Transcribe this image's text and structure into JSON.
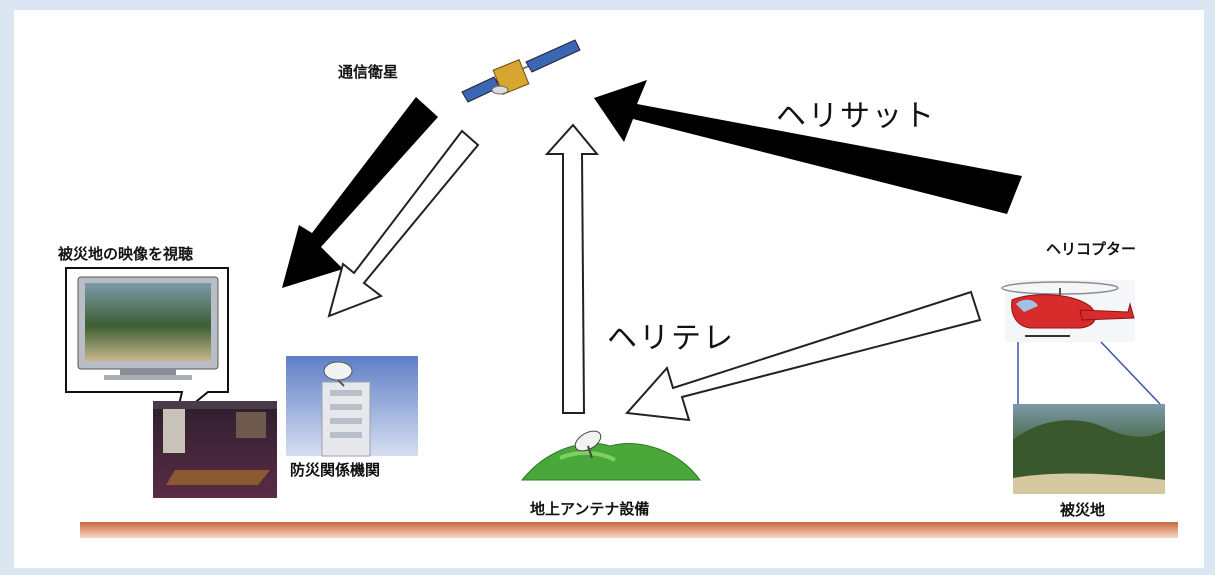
{
  "labels": {
    "satellite": "通信衛星",
    "view_footage": "被災地の映像を視聴",
    "agency": "防災関係機関",
    "ground_station": "地上アンテナ設備",
    "helicopter": "ヘリコプター",
    "disaster_area": "被災地",
    "helisat": "ヘリサット",
    "heletele": "ヘリテレ"
  },
  "colors": {
    "ground_line": "#c9683f",
    "helicopter": "#d82c2c",
    "hill": "#4aa83a",
    "arrow_filled": "#000000",
    "arrow_outline": "#ffffff"
  },
  "icons": {
    "satellite": "satellite-icon",
    "helicopter": "helicopter-icon",
    "dish": "antenna-dish-icon",
    "building": "building-icon",
    "monitor": "monitor-icon",
    "meeting_room": "meeting-room-photo",
    "disaster_photo": "disaster-area-photo"
  }
}
